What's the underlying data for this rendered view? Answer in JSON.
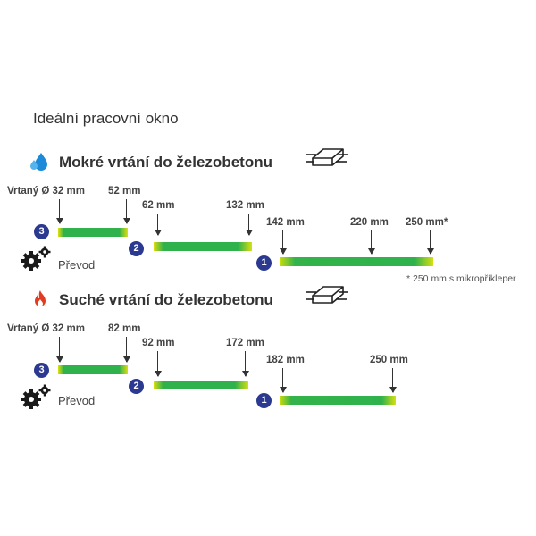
{
  "title": "Ideální pracovní okno",
  "wet": {
    "heading": "Mokré vrtání do železobetonu",
    "label_start": "Vrtaný Ø 32 mm",
    "label_52": "52 mm",
    "label_62": "62 mm",
    "label_132": "132 mm",
    "label_142": "142 mm",
    "label_220": "220 mm",
    "label_250": "250 mm*",
    "gear_label": "Převod",
    "footnote": "* 250 mm s mikropříkleper",
    "gears": [
      "3",
      "2",
      "1"
    ]
  },
  "dry": {
    "heading": "Suché vrtání do železobetonu",
    "label_start": "Vrtaný Ø 32 mm",
    "label_82": "82 mm",
    "label_92": "92 mm",
    "label_172": "172 mm",
    "label_182": "182 mm",
    "label_250": "250 mm",
    "gear_label": "Převod",
    "gears": [
      "3",
      "2",
      "1"
    ]
  },
  "colors": {
    "water": "#1c8ad8",
    "fire": "#e23b22",
    "gear_badge": "#2b3990",
    "bar_green": "#2fb24c",
    "bar_yellow": "#d8df10"
  },
  "icons": [
    "water-drop-icon",
    "fire-icon",
    "gear-icon",
    "concrete-slab-icon"
  ]
}
